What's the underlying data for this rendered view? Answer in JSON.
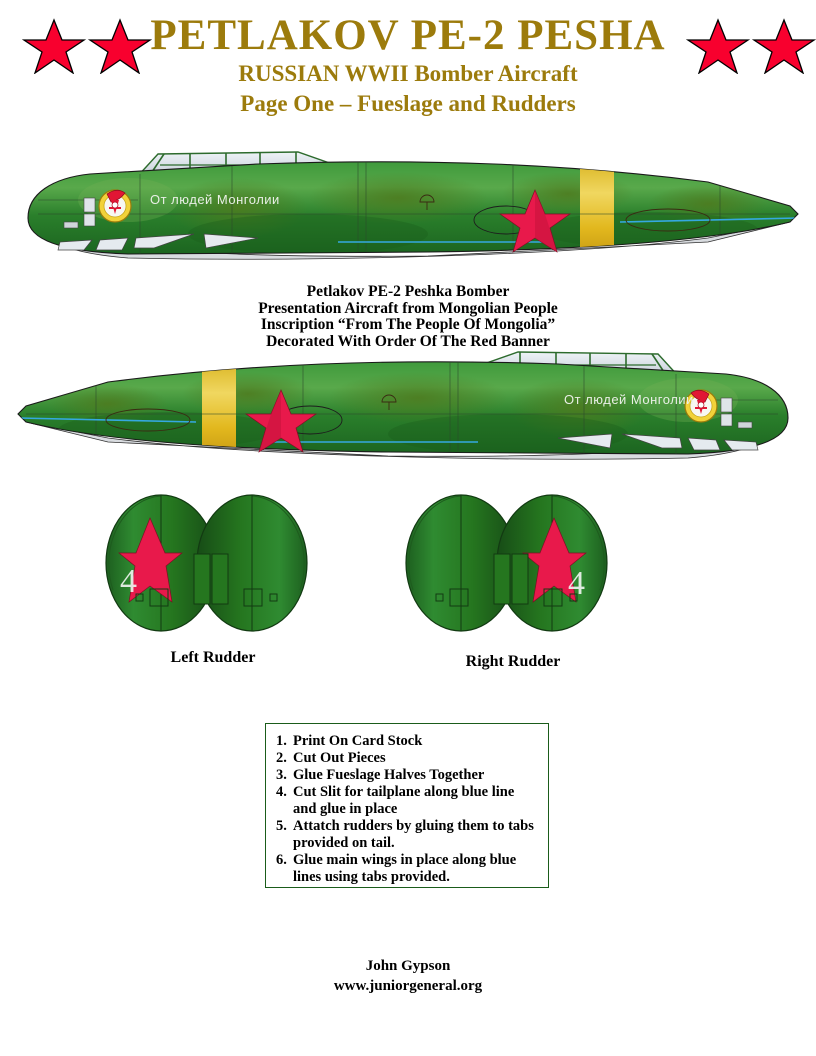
{
  "header": {
    "title": "PETLAKOV PE-2 PESHA",
    "subtitle1": "RUSSIAN WWII Bomber Aircraft",
    "subtitle2": "Page One – Fueslage and Rudders",
    "title_color": "#9C7B0C",
    "star_color": "#F8002E",
    "star_count_left": 2,
    "star_count_right": 2
  },
  "caption": {
    "line1": "Petlakov PE-2 Peshka Bomber",
    "line2": "Presentation Aircraft from Mongolian People",
    "line3": "Inscription “From The People Of Mongolia”",
    "line4": "Decorated With Order Of The Red Banner"
  },
  "aircraft": {
    "top": {
      "name": "fuselage-left-side",
      "inscription": "От людей Монголии",
      "facing": "left"
    },
    "bottom": {
      "name": "fuselage-right-side",
      "inscription": "От людей Монголии",
      "facing": "right"
    },
    "colors": {
      "green_dark": "#1d6b22",
      "green_mid": "#2f8a30",
      "green_light": "#55a046",
      "green_olive": "#4e7a1e",
      "yellow_band": "#E8C030",
      "star_red": "#E8194B",
      "glass": "#d8e2ea",
      "underside": "#d9dce0",
      "badge_yellow": "#F2D23A",
      "blue_line": "#35A8E0"
    }
  },
  "rudders": {
    "left_label": "Left Rudder",
    "right_label": "Right Rudder",
    "numeral": "4",
    "star_color": "#E8194B",
    "numeral_color": "#eef3ee"
  },
  "instructions": {
    "border_color": "#1a5c1a",
    "items": [
      {
        "num": "1.",
        "text": "Print On Card Stock"
      },
      {
        "num": "2.",
        "text": "Cut Out Pieces"
      },
      {
        "num": "3.",
        "text": "Glue Fueslage Halves Together"
      },
      {
        "num": "4.",
        "text": "Cut Slit for tailplane along blue line and glue in place"
      },
      {
        "num": "5.",
        "text": "Attatch rudders by gluing them to tabs provided on tail."
      },
      {
        "num": "6.",
        "text": "Glue main wings in place along blue lines using tabs provided."
      }
    ]
  },
  "footer": {
    "author": "John Gypson",
    "website": "www.juniorgeneral.org"
  }
}
